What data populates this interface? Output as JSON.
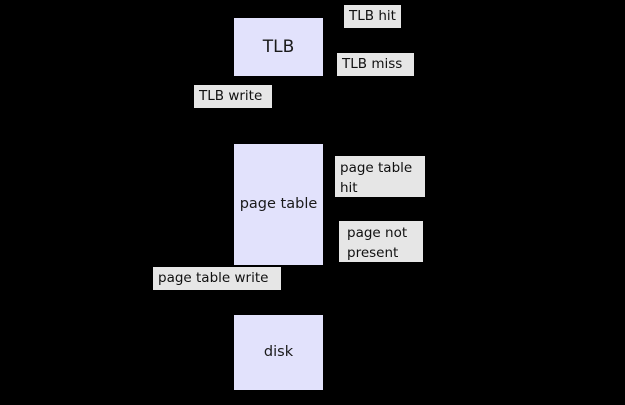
{
  "diagram": {
    "title": "TLB / page table / disk memory hierarchy",
    "background_color": "#000000",
    "block_fill_color": "#e2e2fc",
    "label_fill_color": "#e6e6e6",
    "text_color": "#101010",
    "blocks": [
      {
        "id": "tlb",
        "label": "TLB"
      },
      {
        "id": "page_table",
        "label": "page table"
      },
      {
        "id": "disk",
        "label": "disk"
      }
    ],
    "edge_labels": [
      {
        "id": "tlb_hit",
        "text": "TLB hit"
      },
      {
        "id": "tlb_miss",
        "text": "TLB miss"
      },
      {
        "id": "tlb_write",
        "text": "TLB write"
      },
      {
        "id": "page_table_hit",
        "text": "page table\nhit"
      },
      {
        "id": "page_not_present",
        "text": "page not\npresent"
      },
      {
        "id": "page_table_write",
        "text": "page table write"
      }
    ]
  }
}
